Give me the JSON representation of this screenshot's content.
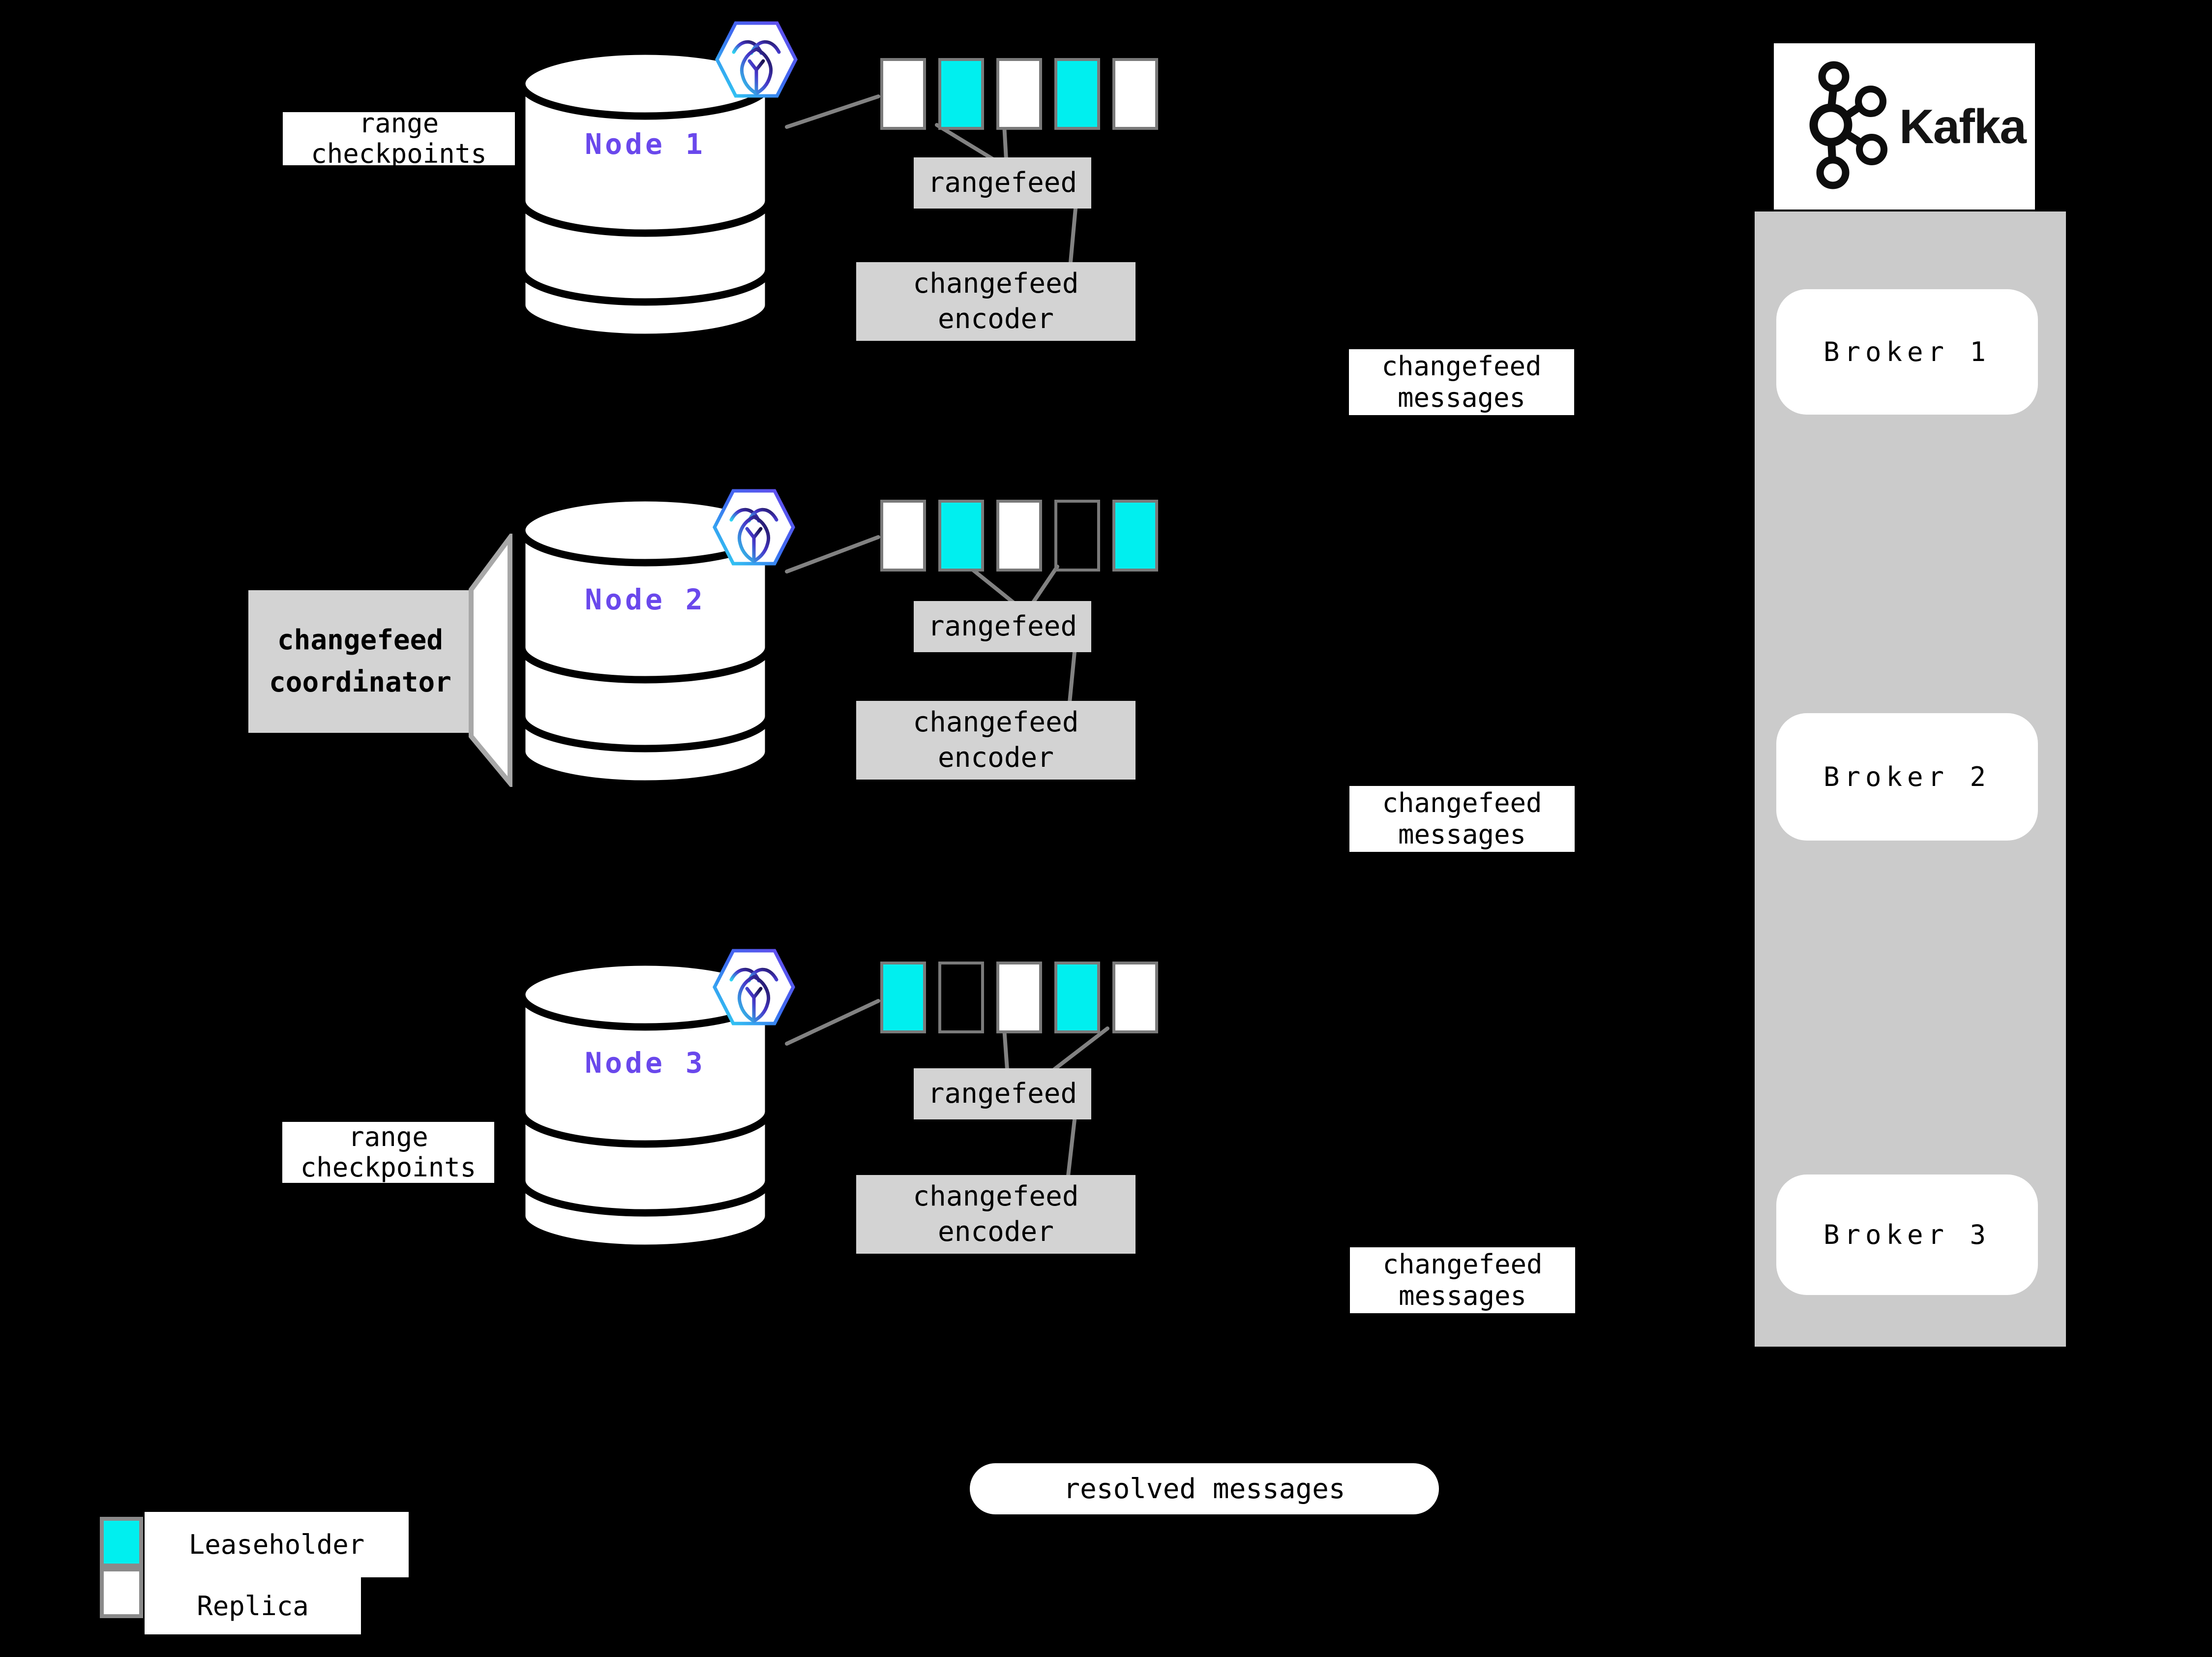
{
  "nodes": [
    {
      "title": "Node 1",
      "ranges": [
        "replica",
        "leaseholder",
        "replica",
        "leaseholder",
        "replica"
      ]
    },
    {
      "title": "Node 2",
      "ranges": [
        "replica",
        "leaseholder",
        "replica",
        "outline",
        "leaseholder"
      ]
    },
    {
      "title": "Node 3",
      "ranges": [
        "leaseholder",
        "outline",
        "replica",
        "leaseholder",
        "replica"
      ]
    }
  ],
  "labels": {
    "range_checkpoints_line1": "range",
    "range_checkpoints_line2": "checkpoints",
    "rangefeed": "rangefeed",
    "changefeed_encoder_line1": "changefeed",
    "changefeed_encoder_line2": "encoder",
    "changefeed_messages_line1": "changefeed",
    "changefeed_messages_line2": "messages",
    "changefeed_coordinator_line1": "changefeed",
    "changefeed_coordinator_line2": "coordinator",
    "resolved_messages": "resolved messages"
  },
  "kafka": {
    "wordmark": "Kafka",
    "brokers": [
      "Broker 1",
      "Broker 2",
      "Broker 3"
    ]
  },
  "legend": [
    {
      "label": "Leaseholder",
      "color": "#00efef"
    },
    {
      "label": "Replica",
      "color": "#ffffff"
    }
  ],
  "colors": {
    "background": "#000000",
    "leaseholder_cyan": "#00efef",
    "node_title_purple": "#6a48ec",
    "box_gray": "#d3d3d3",
    "kafka_container_gray": "#cbcbcb",
    "range_border_gray": "#7a7a7a",
    "connector_gray": "#828282",
    "swatch_border_gray": "#8a8a8a",
    "flag_border_gray": "#a8a8a8"
  }
}
